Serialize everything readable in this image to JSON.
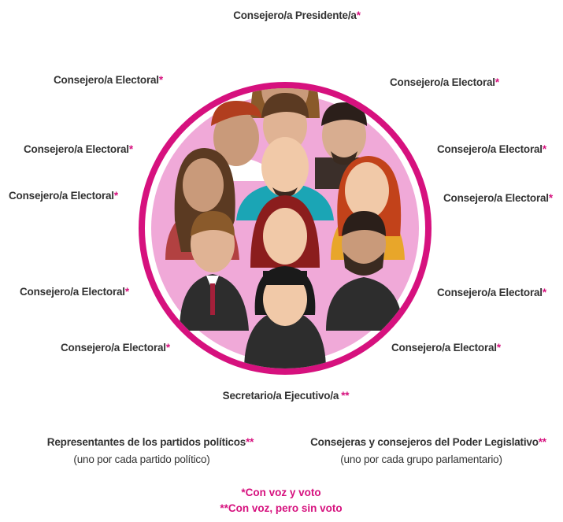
{
  "roles": {
    "president": {
      "label": "Consejero/a Presidente/a",
      "mark": "*"
    },
    "electoral": {
      "label": "Consejero/a Electoral",
      "mark": "*"
    },
    "secretary": {
      "label": "Secretario/a Ejecutivo/a",
      "mark": "**"
    },
    "parties": {
      "label": "Representantes de los partidos políticos",
      "mark": "**",
      "note": "(uno por cada partido político)"
    },
    "legislative": {
      "label": "Consejeras y consejeros del Poder Legislativo",
      "mark": "**",
      "note": "(uno por cada grupo parlamentario)"
    }
  },
  "legend": {
    "voice_and_vote": "*Con voz y voto",
    "voice_no_vote": "**Con voz, pero sin voto"
  },
  "colors": {
    "accent": "#d6117e",
    "ring": "#d6117e",
    "ring_fill": "#f0a9d8",
    "text": "#333333"
  }
}
